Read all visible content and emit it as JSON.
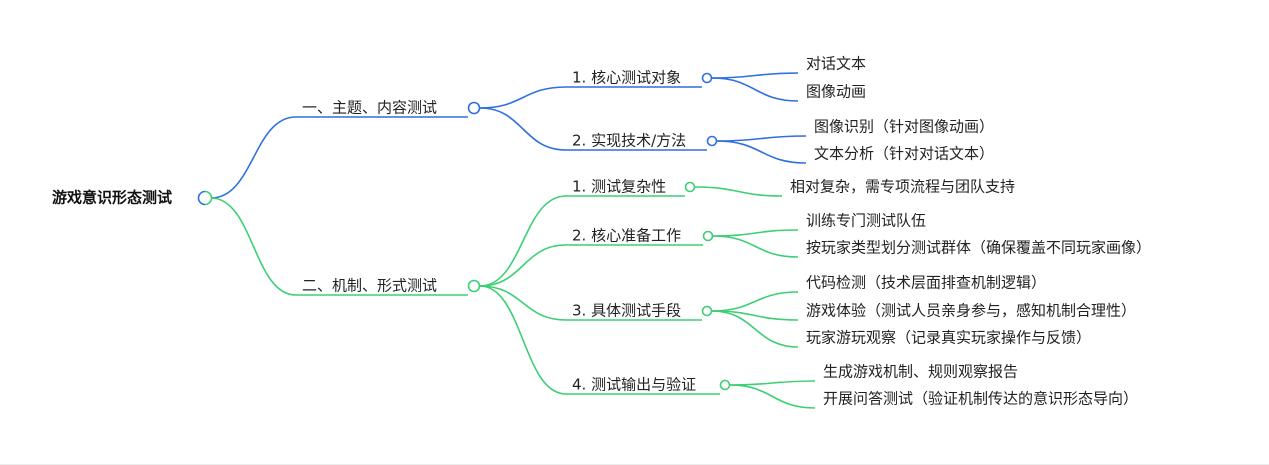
{
  "root": {
    "label": "游戏意识形态测试"
  },
  "colors": {
    "blue": "#2f6fe0",
    "green": "#3ccf74"
  },
  "branches": [
    {
      "label": "一、主题、内容测试",
      "color": "blue",
      "children": [
        {
          "label": "1. 核心测试对象",
          "children": [
            "对话文本",
            "图像动画"
          ]
        },
        {
          "label": "2. 实现技术/方法",
          "children": [
            "图像识别（针对图像动画）",
            "文本分析（针对对话文本）"
          ]
        }
      ]
    },
    {
      "label": "二、机制、形式测试",
      "color": "green",
      "children": [
        {
          "label": "1. 测试复杂性",
          "children": [
            "相对复杂，需专项流程与团队支持"
          ]
        },
        {
          "label": "2. 核心准备工作",
          "children": [
            "训练专门测试队伍",
            "按玩家类型划分测试群体（确保覆盖不同玩家画像）"
          ]
        },
        {
          "label": "3. 具体测试手段",
          "children": [
            "代码检测（技术层面排查机制逻辑）",
            "游戏体验（测试人员亲身参与，感知机制合理性）",
            "玩家游玩观察（记录真实玩家操作与反馈）"
          ]
        },
        {
          "label": "4. 测试输出与验证",
          "children": [
            "生成游戏机制、规则观察报告",
            "开展问答测试（验证机制传达的意识形态导向）"
          ]
        }
      ]
    }
  ]
}
